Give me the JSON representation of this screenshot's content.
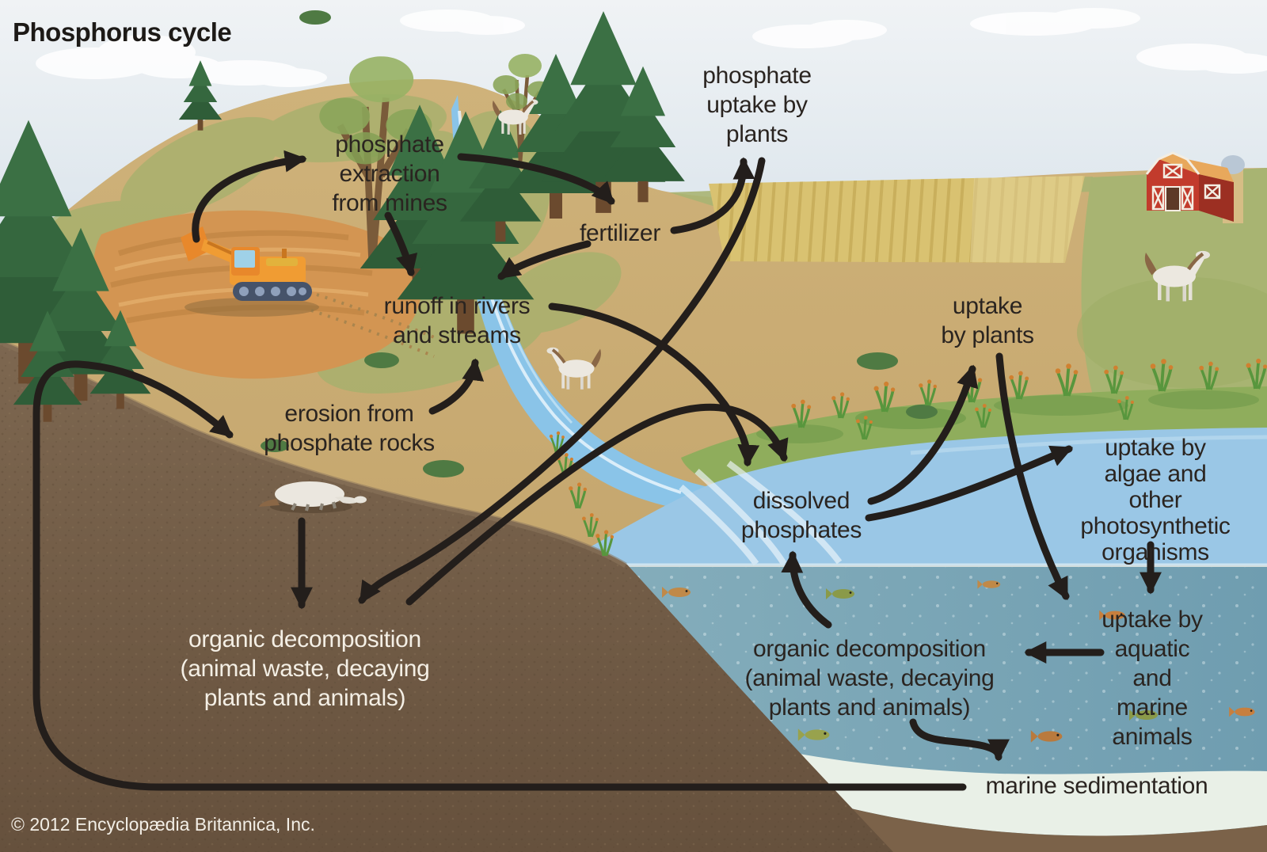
{
  "diagram_type": "illustrated biogeochemical cycle",
  "labels": {
    "title": {
      "text": "Phosphorus cycle"
    },
    "extraction": {
      "text": "phosphate\nextraction\nfrom mines"
    },
    "uptake_plants_top": {
      "text": "phosphate\nuptake by\nplants"
    },
    "fertilizer": {
      "text": "fertilizer"
    },
    "runoff": {
      "text": "runoff in rivers\nand streams"
    },
    "erosion": {
      "text": "erosion from\nphosphate rocks"
    },
    "uptake_plants_right": {
      "text": "uptake\nby plants"
    },
    "dissolved": {
      "text": "dissolved\nphosphates"
    },
    "algae": {
      "text": "uptake by\nalgae and other\nphotosynthetic\norganisms"
    },
    "organic_land": {
      "text": "organic decomposition\n(animal waste, decaying\nplants and animals)"
    },
    "organic_marine": {
      "text": "organic decomposition\n(animal waste, decaying\nplants and animals)"
    },
    "uptake_aquatic": {
      "text": "uptake by\naquatic and\nmarine animals"
    },
    "marine_sedimentation": {
      "text": "marine sedimentation"
    },
    "copyright": {
      "text": "© 2012 Encyclopædia Britannica, Inc."
    }
  },
  "flows": [
    {
      "from": "phosphate mine",
      "to": "phosphate extraction from mines"
    },
    {
      "from": "phosphate extraction from mines",
      "to": "fertilizer"
    },
    {
      "from": "phosphate extraction from mines",
      "to": "runoff in rivers and streams"
    },
    {
      "from": "fertilizer",
      "to": "runoff in rivers and streams"
    },
    {
      "from": "fertilizer",
      "to": "phosphate uptake by plants"
    },
    {
      "from": "erosion from phosphate rocks",
      "to": "runoff in rivers and streams"
    },
    {
      "from": "marine sedimentation",
      "to": "erosion from phosphate rocks"
    },
    {
      "from": "animal carcass",
      "to": "organic decomposition (land)"
    },
    {
      "from": "phosphate uptake by plants",
      "to": "organic decomposition (land)"
    },
    {
      "from": "organic decomposition (land)",
      "to": "dissolved phosphates"
    },
    {
      "from": "runoff in rivers and streams",
      "to": "dissolved phosphates"
    },
    {
      "from": "dissolved phosphates",
      "to": "uptake by plants"
    },
    {
      "from": "dissolved phosphates",
      "to": "uptake by algae and other photosynthetic organisms"
    },
    {
      "from": "uptake by plants",
      "to": "uptake by aquatic and marine animals"
    },
    {
      "from": "uptake by algae and other photosynthetic organisms",
      "to": "uptake by aquatic and marine animals"
    },
    {
      "from": "uptake by aquatic and marine animals",
      "to": "organic decomposition (marine)"
    },
    {
      "from": "organic decomposition (marine)",
      "to": "dissolved phosphates"
    },
    {
      "from": "organic decomposition (marine)",
      "to": "marine sedimentation"
    }
  ],
  "palette": {
    "arrow": "#231e1b",
    "label_dark": "#2a2420",
    "label_light": "#f4efe5",
    "sky_top": "#f0f3f5",
    "sky_bottom": "#bfd0df",
    "land_tan": "#c6a96f",
    "grass_green": "#a8b472",
    "mine_orange": "#d39552",
    "river_blue": "#8ac4e8",
    "bay_blue": "#9ac7e6",
    "underwater_teal": "#7fa9b8",
    "soil_brown": "#6e583f",
    "sediment_white": "#e9f0e7",
    "barn_red": "#c23b2c",
    "machine_orange": "#f09c33"
  },
  "scene_objects": [
    "excavator in phosphate mine",
    "red barn with silo",
    "three horses",
    "dead sheep carcass",
    "conifer forest",
    "stream and estuary",
    "crop field",
    "marsh reeds",
    "eight fish",
    "seafloor sediment"
  ]
}
